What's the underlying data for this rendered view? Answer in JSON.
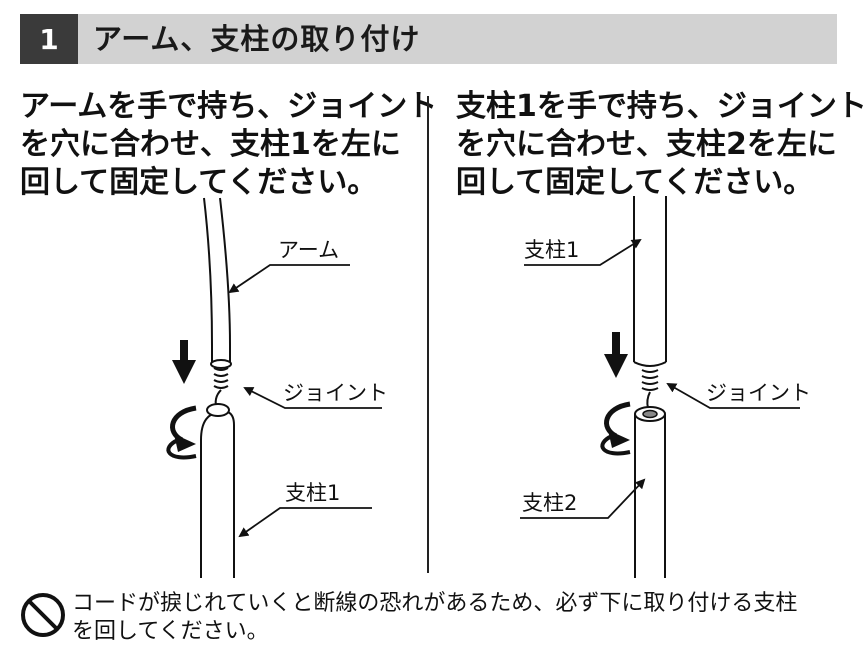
{
  "step": {
    "number": "1",
    "title": "アーム、支柱の取り付け"
  },
  "left_panel": {
    "instruction": [
      "アームを手で持ち、ジョイント",
      "を穴に合わせ、支柱1を左に",
      "回して固定してください。"
    ],
    "labels": {
      "arm": "アーム",
      "joint": "ジョイント",
      "pole": "支柱1"
    }
  },
  "right_panel": {
    "instruction": [
      "支柱1を手で持ち、ジョイント",
      "を穴に合わせ、支柱2を左に",
      "回して固定してください。"
    ],
    "labels": {
      "pole_top": "支柱1",
      "joint": "ジョイント",
      "pole_bottom": "支柱2"
    }
  },
  "warning": {
    "icon": "prohibition-icon",
    "lines": [
      "コードが捩じれていくと断線の恐れがあるため、必ず下に取り付ける支柱",
      "を回してください。"
    ]
  }
}
